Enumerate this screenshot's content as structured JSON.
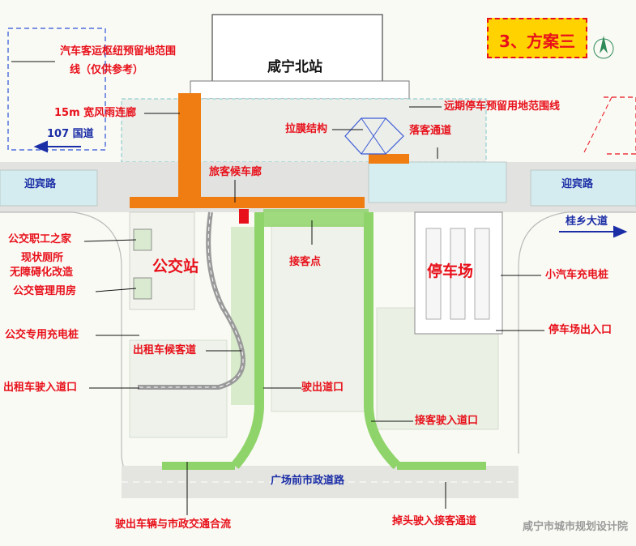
{
  "plan_title": "3、方案三",
  "station_name": "咸宁北站",
  "credit": "咸宁市城市规划设计院",
  "roads": {
    "national_107": "107 国道",
    "yingbin_left": "迎宾路",
    "yingbin_right": "迎宾路",
    "guixiang": "桂乡大道",
    "plaza_front": "广场前市政道路"
  },
  "labels": {
    "bus_hub_reserve": "汽车客运枢纽预留地范围",
    "bus_hub_reserve_2": "线（仅供参考）",
    "corridor": "15m 宽风雨连廊",
    "membrane": "拉膜结构",
    "dropoff": "落客通道",
    "parking_reserve": "远期停车预留用地范围线",
    "waiting_corridor": "旅客候车廊",
    "bus_staff_home": "公交职工之家",
    "toilet_1": "现状厕所",
    "toilet_2": "无障碍化改造",
    "bus_mgmt": "公交管理用房",
    "bus_station": "公交站",
    "pickup_point": "接客点",
    "parking_lot": "停车场",
    "ev_charging": "小汽车充电桩",
    "parking_exit": "停车场出入口",
    "bus_charging": "公交专用充电桩",
    "taxi_waiting": "出租车候客道",
    "taxi_entry": "出租车驶入道口",
    "exit_gate": "驶出道口",
    "pickup_entry": "接客驶入道口",
    "merge_traffic": "驶出车辆与市政交通合流",
    "uturn_channel": "掉头驶入接客通道"
  },
  "colors": {
    "red_label": "#e8101a",
    "blue_label": "#1b2ea6",
    "corridor_orange": "#ef7d12",
    "green_lane": "#8fd46a",
    "title_fill": "#ffd200"
  }
}
